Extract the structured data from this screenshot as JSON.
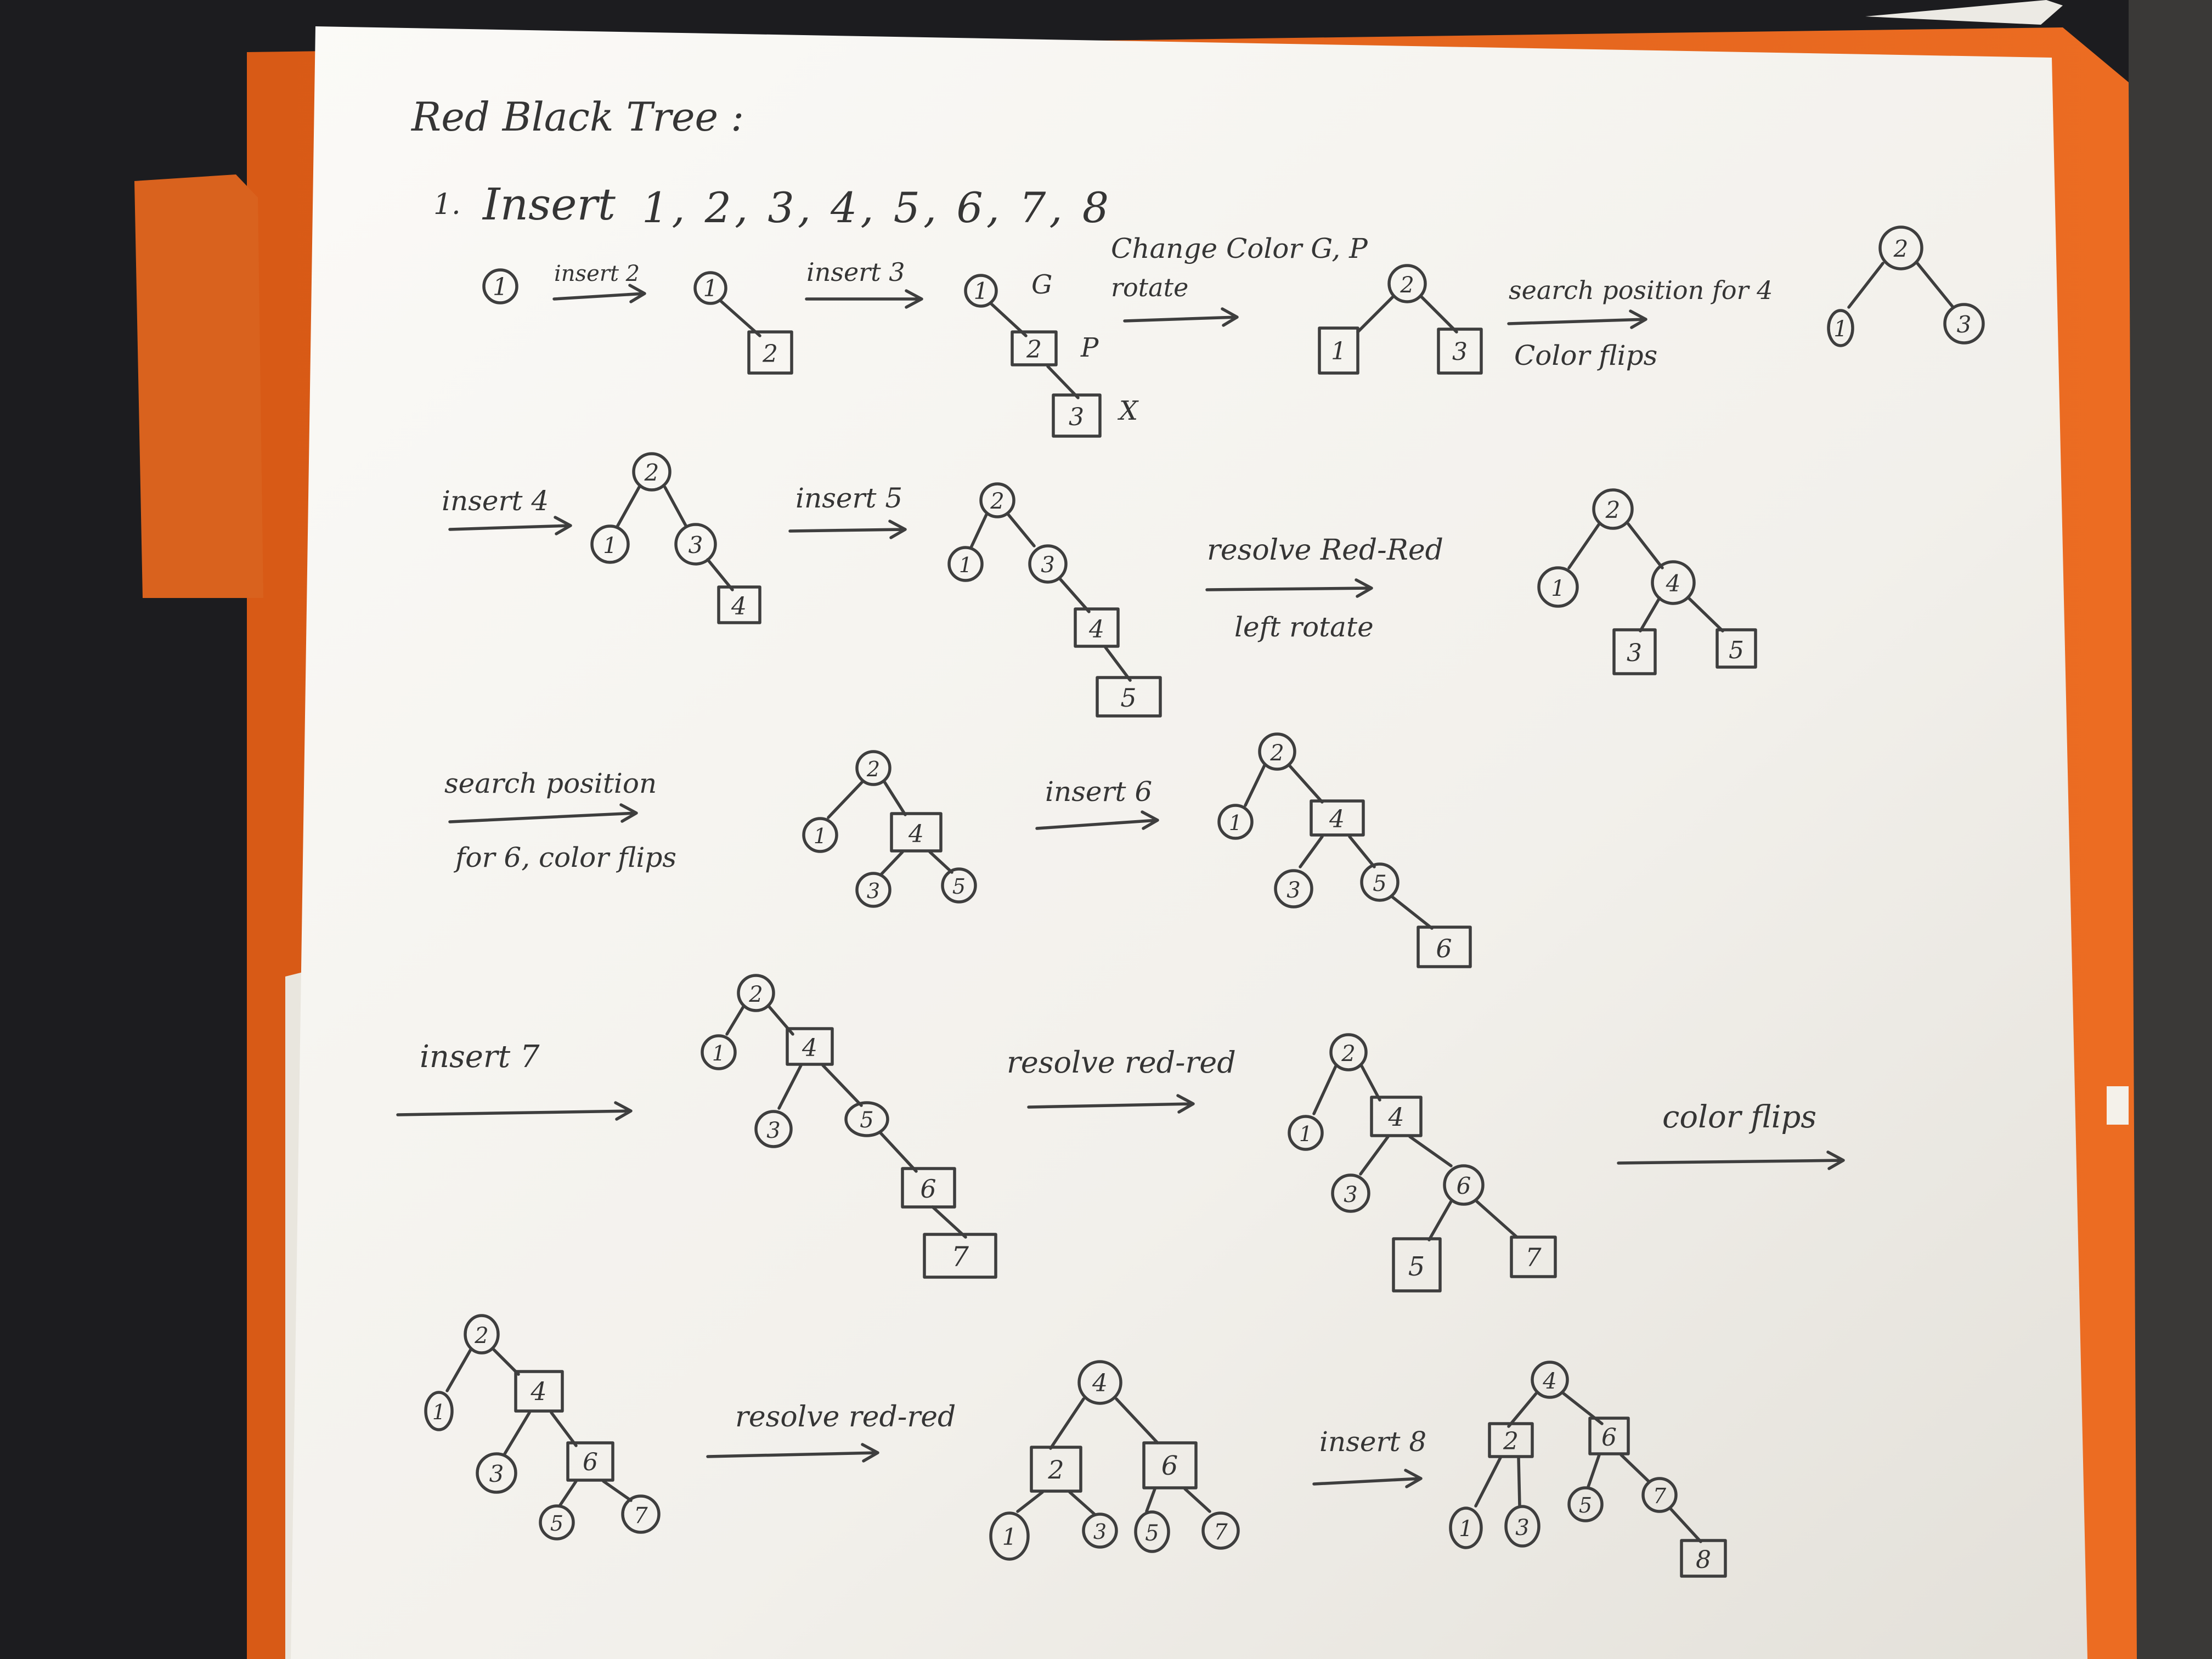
{
  "title": "Red Black Tree :",
  "step": {
    "number": "1.",
    "label": "Insert",
    "sequence": "1, 2, 3, 4, 5, 6, 7, 8"
  },
  "annotations": {
    "insert2": "insert 2",
    "insert3": "insert 3",
    "grandparent": "G",
    "parent": "P",
    "child": "X",
    "change_color": "Change Color G, P",
    "rotate": "rotate",
    "search4": "search position for 4",
    "color_flips_1": "Color flips",
    "insert4": "insert 4",
    "insert5": "insert 5",
    "resolve_red_red_1": "resolve Red-Red",
    "left_rotate": "left rotate",
    "search6_line1": "search position",
    "search6_line2": "for 6, color flips",
    "insert6": "insert 6",
    "insert7": "insert 7",
    "resolve_red_red_2": "resolve red-red",
    "color_flips_2": "color flips",
    "resolve_red_red_3": "resolve red-red",
    "insert8": "insert 8"
  },
  "node_keys": [
    "1",
    "2",
    "3",
    "4",
    "5",
    "6",
    "7",
    "8"
  ],
  "colors": {
    "paper": "#f3f1ec",
    "ink": "#3e3e3e",
    "folder": "#e2631c",
    "desk": "#1c1c1f"
  }
}
